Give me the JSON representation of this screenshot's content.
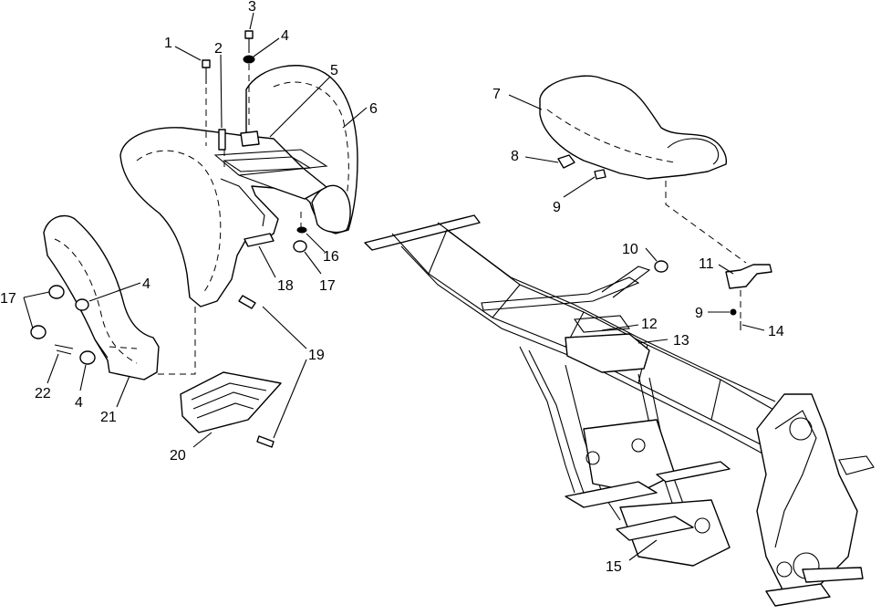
{
  "callouts": [
    {
      "id": "c1",
      "text": "1"
    },
    {
      "id": "c2",
      "text": "2"
    },
    {
      "id": "c3",
      "text": "3"
    },
    {
      "id": "c4a",
      "text": "4"
    },
    {
      "id": "c5",
      "text": "5"
    },
    {
      "id": "c6",
      "text": "6"
    },
    {
      "id": "c7",
      "text": "7"
    },
    {
      "id": "c8",
      "text": "8"
    },
    {
      "id": "c9a",
      "text": "9"
    },
    {
      "id": "c10",
      "text": "10"
    },
    {
      "id": "c11",
      "text": "11"
    },
    {
      "id": "c9b",
      "text": "9"
    },
    {
      "id": "c14",
      "text": "14"
    },
    {
      "id": "c12",
      "text": "12"
    },
    {
      "id": "c13",
      "text": "13"
    },
    {
      "id": "c16",
      "text": "16"
    },
    {
      "id": "c17a",
      "text": "17"
    },
    {
      "id": "c18",
      "text": "18"
    },
    {
      "id": "c4b",
      "text": "4"
    },
    {
      "id": "c17b",
      "text": "17"
    },
    {
      "id": "c19",
      "text": "19"
    },
    {
      "id": "c22",
      "text": "22"
    },
    {
      "id": "c4c",
      "text": "4"
    },
    {
      "id": "c21",
      "text": "21"
    },
    {
      "id": "c20",
      "text": "20"
    },
    {
      "id": "c15",
      "text": "15"
    }
  ],
  "colors": {
    "ink": "#000000",
    "paper": "#ffffff"
  }
}
